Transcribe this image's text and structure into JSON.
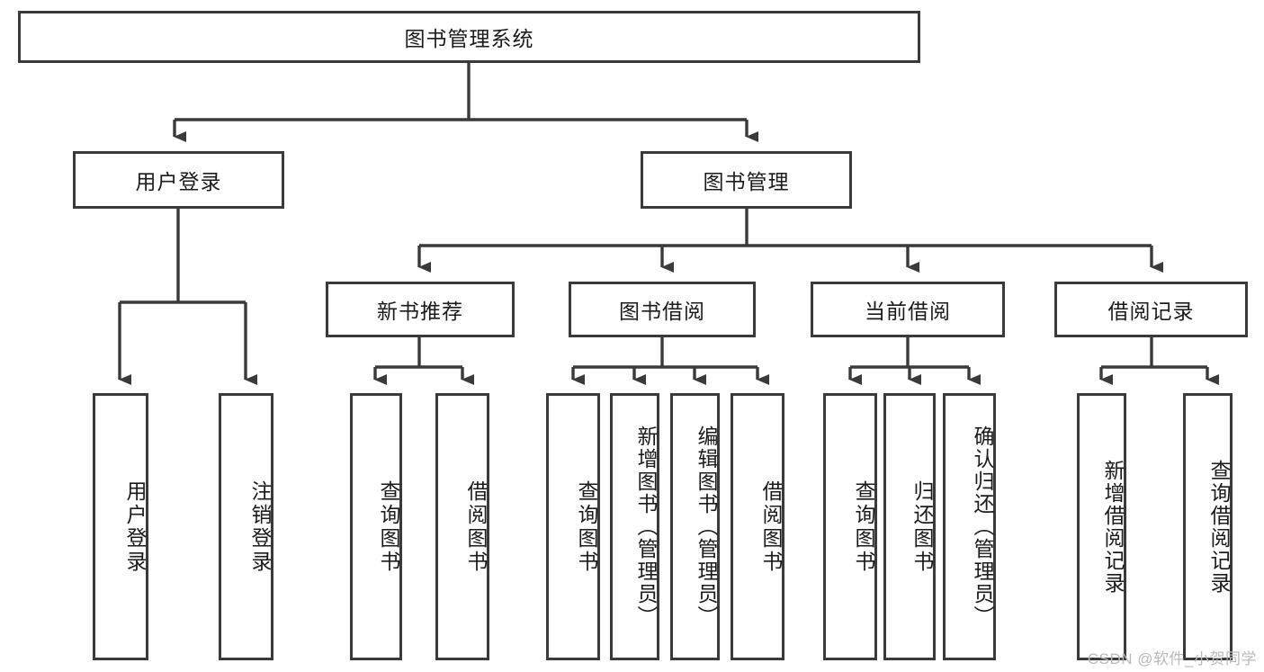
{
  "diagram": {
    "type": "tree-hierarchy",
    "title": "图书管理系统",
    "watermark": "CSDN @软件_小贺同学",
    "colors": {
      "box_border": "#3a3a3a",
      "box_fill": "#ffffff",
      "connector": "#3a3a3a",
      "text": "#1b1b1b",
      "watermark": "#b9b9b9"
    },
    "levels": {
      "root": {
        "label": "图书管理系统"
      },
      "level2": [
        {
          "id": "user-login",
          "label": "用户登录"
        },
        {
          "id": "book-management",
          "label": "图书管理"
        }
      ],
      "level3": [
        {
          "id": "new-book-recommend",
          "label": "新书推荐",
          "parent": "book-management"
        },
        {
          "id": "book-borrow",
          "label": "图书借阅",
          "parent": "book-management"
        },
        {
          "id": "current-borrow",
          "label": "当前借阅",
          "parent": "book-management"
        },
        {
          "id": "borrow-record",
          "label": "借阅记录",
          "parent": "book-management"
        }
      ],
      "leaves": [
        {
          "id": "leaf-user-login",
          "label": "用户登录",
          "parent": "user-login"
        },
        {
          "id": "leaf-logout",
          "label": "注销登录",
          "parent": "user-login"
        },
        {
          "id": "leaf-query-book-1",
          "label": "查询图书",
          "parent": "new-book-recommend"
        },
        {
          "id": "leaf-borrow-book-1",
          "label": "借阅图书",
          "parent": "new-book-recommend"
        },
        {
          "id": "leaf-query-book-2",
          "label": "查询图书",
          "parent": "book-borrow"
        },
        {
          "id": "leaf-add-book",
          "label": "新增图书（管理员）",
          "parent": "book-borrow"
        },
        {
          "id": "leaf-edit-book",
          "label": "编辑图书（管理员）",
          "parent": "book-borrow"
        },
        {
          "id": "leaf-borrow-book-2",
          "label": "借阅图书",
          "parent": "book-borrow"
        },
        {
          "id": "leaf-query-book-3",
          "label": "查询图书",
          "parent": "current-borrow"
        },
        {
          "id": "leaf-return-book",
          "label": "归还图书",
          "parent": "current-borrow"
        },
        {
          "id": "leaf-confirm-return",
          "label": "确认归还（管理员）",
          "parent": "current-borrow"
        },
        {
          "id": "leaf-add-record",
          "label": "新增借阅记录",
          "parent": "borrow-record"
        },
        {
          "id": "leaf-query-record",
          "label": "查询借阅记录",
          "parent": "borrow-record"
        }
      ]
    }
  }
}
